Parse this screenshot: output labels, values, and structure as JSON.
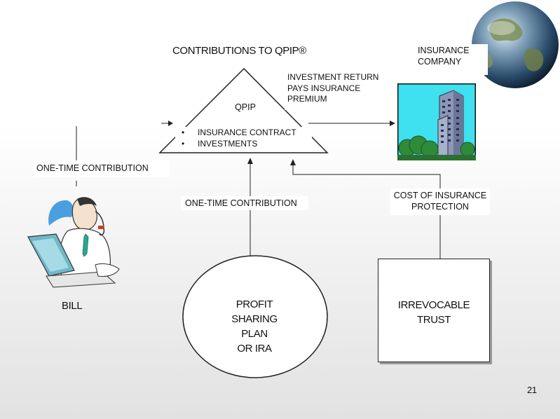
{
  "title": "CONTRIBUTIONS TO QPIP®",
  "insurance_company": {
    "line1": "INSURANCE",
    "line2": "COMPANY"
  },
  "investment_return": {
    "line1": "INVESTMENT RETURN",
    "line2": "PAYS INSURANCE",
    "line3": "PREMIUM"
  },
  "qpip_label": "QPIP",
  "triangle_bullets": [
    "INSURANCE CONTRACT",
    "INVESTMENTS"
  ],
  "bullet_glyph": "•",
  "one_time_contribution_left": "ONE-TIME CONTRIBUTION",
  "one_time_contribution_mid": "ONE-TIME CONTRIBUTION",
  "cost_of_insurance": {
    "line1": "COST OF INSURANCE",
    "line2": "PROTECTION"
  },
  "bill_label": "BILL",
  "profit_sharing": {
    "line1": "PROFIT",
    "line2": "SHARING",
    "line3": "PLAN",
    "line4": "OR IRA"
  },
  "irrevocable_trust": {
    "line1": "IRREVOCABLE",
    "line2": "TRUST"
  },
  "page_number": "21",
  "icons": {
    "globe": "globe-icon",
    "building": "office-building-icon",
    "person": "businessman-on-phone-icon"
  },
  "colors": {
    "building_sky": "#3fe0f0",
    "building_body": "#8c96b8",
    "tree": "#2f8a3a",
    "globe_ocean": "#2a4a6a",
    "globe_land": "#7c8f58",
    "person_shirt": "#ffffff",
    "person_hair": "#4a9fe0",
    "computer": "#6fb8c8"
  }
}
